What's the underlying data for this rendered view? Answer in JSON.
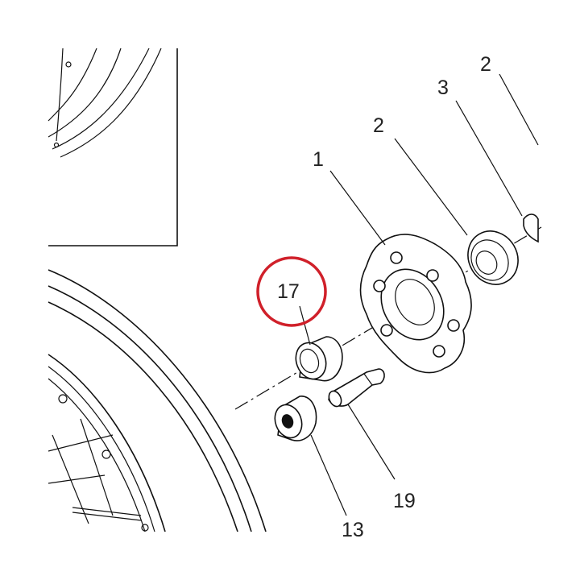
{
  "callouts": {
    "part_1": "1",
    "part_2_a": "2",
    "part_2_b": "2",
    "part_3": "3",
    "part_13": "13",
    "part_17": "17",
    "part_19": "19"
  },
  "colors": {
    "highlight": "#d0202a",
    "ink": "#111111"
  },
  "highlighted_part": "17"
}
